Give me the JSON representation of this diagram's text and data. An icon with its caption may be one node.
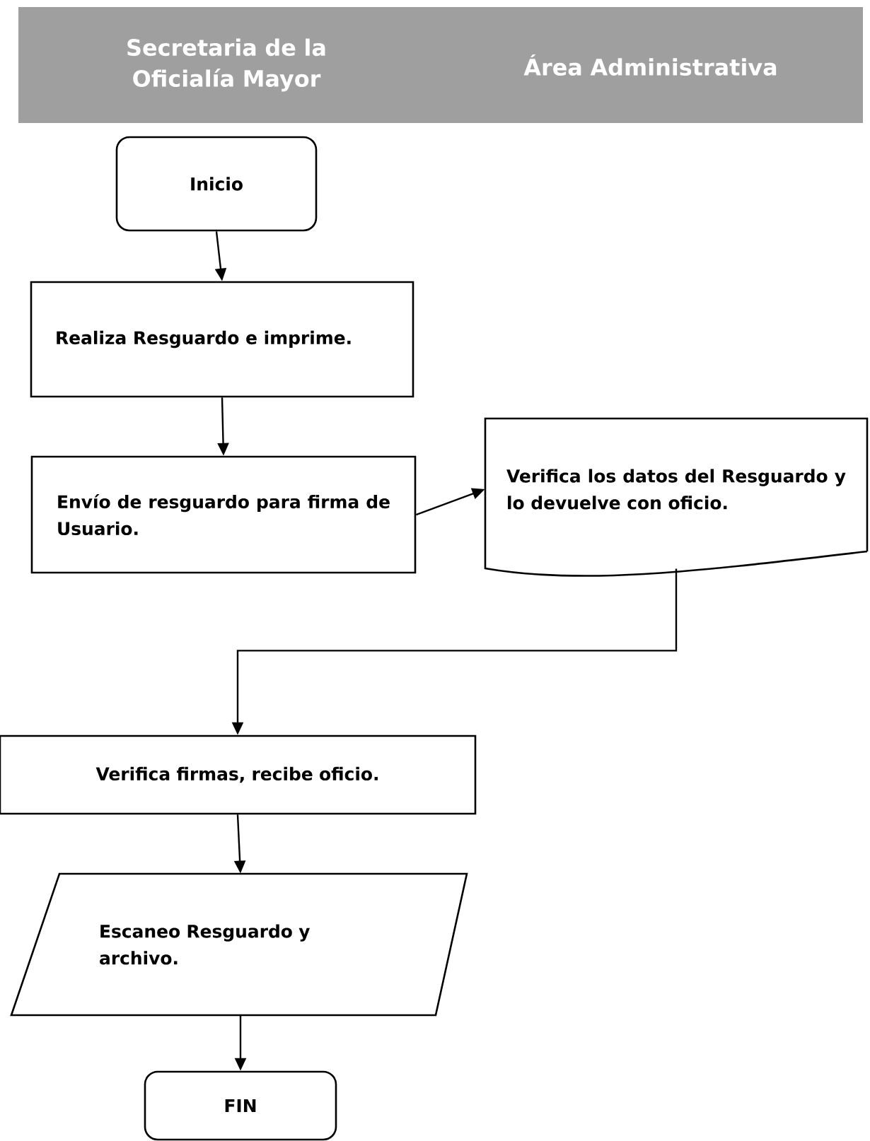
{
  "diagram": {
    "nodes": [
      {
        "text": [
          "Inicio"
        ]
      },
      {
        "text": [
          "Realiza Resguardo e imprime."
        ]
      },
      {
        "text": [
          "Envío de resguardo para firma de Usuario."
        ]
      },
      {
        "text": [
          "Verifica los datos del Resguardo y lo devuelve con oficio."
        ]
      },
      {
        "text": [
          "Verifica firmas, recibe oficio."
        ]
      },
      {
        "text": [
          "Escaneo Resguardo y archivo."
        ]
      },
      {
        "text": [
          "FIN"
        ]
      }
    ],
    "edges": [
      {
        "from": 0,
        "to": 1,
        "arrow": "to"
      },
      {
        "from": 1,
        "to": 2,
        "arrow": "to"
      },
      {
        "from": 2,
        "to": 3,
        "arrow": "to"
      },
      {
        "from": 3,
        "to": 4,
        "arrow": "to"
      },
      {
        "from": 4,
        "to": 5,
        "arrow": "to"
      },
      {
        "from": 5,
        "to": 6,
        "arrow": "to"
      }
    ],
    "labels": [
      "Secretaria de la Oficialía Mayor",
      "Área Administrativa"
    ]
  }
}
